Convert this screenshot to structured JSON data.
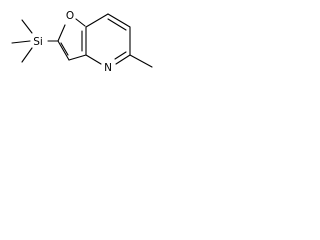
{
  "molecule": {
    "atoms": {
      "silicon": "Si",
      "oxygen": "O",
      "nitrogen": "N"
    },
    "colors": {
      "bond": "#000000",
      "carbon_label": "#000000",
      "silicon": "#000000",
      "oxygen": "#000000",
      "nitrogen": "#000000"
    }
  }
}
